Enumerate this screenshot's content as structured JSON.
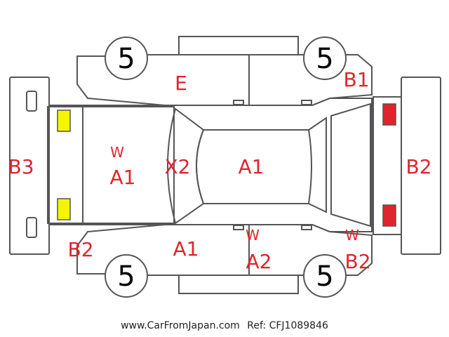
{
  "tires": {
    "front_left": "5",
    "front_right": "5",
    "rear_left": "5",
    "rear_right": "5"
  },
  "labels": {
    "roof_e": "E",
    "front_right_fender": "B1",
    "front_bumper": "B3",
    "rear_bumper": "B2",
    "rear_left_corner": "B2",
    "hood_w": "W",
    "hood_a1": "A1",
    "windshield": "X2",
    "roof": "A1",
    "side_left": "A1",
    "door_w": "W",
    "door_a2": "A2",
    "rear_right_w": "W",
    "rear_right_b2": "B2"
  },
  "colors": {
    "label": "#e0242c",
    "yellow_light": "#f5f500",
    "red_light": "#e0242c",
    "line": "#555555"
  },
  "footer": {
    "site": "www.CarFromJapan.com",
    "ref": "Ref: CFJ1089846"
  }
}
